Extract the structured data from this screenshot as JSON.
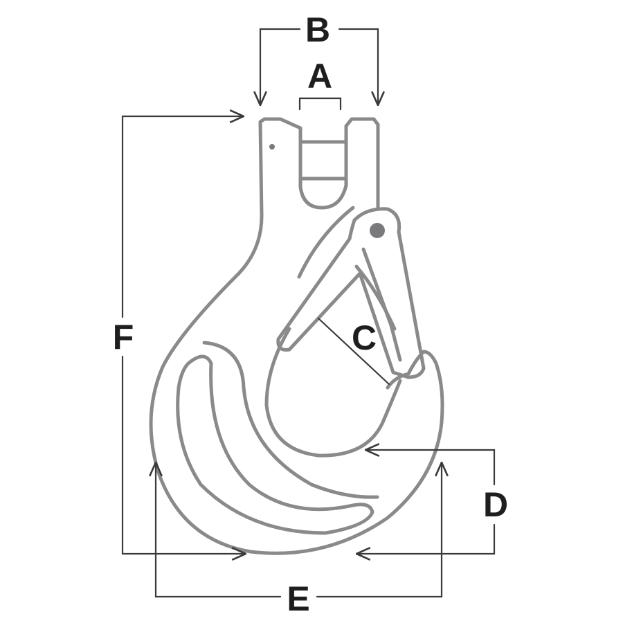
{
  "labels": {
    "a": "A",
    "b": "B",
    "c": "C",
    "d": "D",
    "e": "E",
    "f": "F"
  },
  "colors": {
    "hook_outline": "#8a8a8c",
    "dimension_lines": "#3a3a3a",
    "label_text": "#1e1e1e",
    "pin_dot": "#7a7a7c",
    "background": "#ffffff"
  }
}
